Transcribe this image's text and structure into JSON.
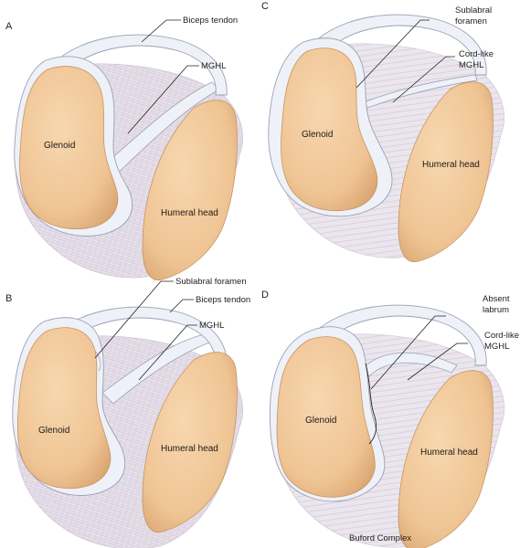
{
  "caption": "Buford Complex",
  "panels": [
    {
      "letter": "A",
      "glenoid": "Glenoid",
      "humeral": "Humeral head",
      "labels": [
        "Biceps tendon",
        "MGHL"
      ]
    },
    {
      "letter": "B",
      "glenoid": "Glenoid",
      "humeral": "Humeral head",
      "labels": [
        "Sublabral foramen",
        "Biceps tendon",
        "MGHL"
      ]
    },
    {
      "letter": "C",
      "glenoid": "Glenoid",
      "humeral": "Humeral head",
      "labels": [
        "Sublabral",
        "foramen",
        "Cord-like",
        "MGHL"
      ]
    },
    {
      "letter": "D",
      "glenoid": "Glenoid",
      "humeral": "Humeral head",
      "labels": [
        "Absent",
        "labrum",
        "Cord-like",
        "MGHL"
      ]
    }
  ],
  "colors": {
    "bone_fill": "#f1c99b",
    "bone_edge": "#c79463",
    "labrum_fill": "#edf0f7",
    "labrum_edge": "#9aa0b6",
    "capsule_fill": "#e9e4ec",
    "capsule_lines": "#b9aec0"
  }
}
